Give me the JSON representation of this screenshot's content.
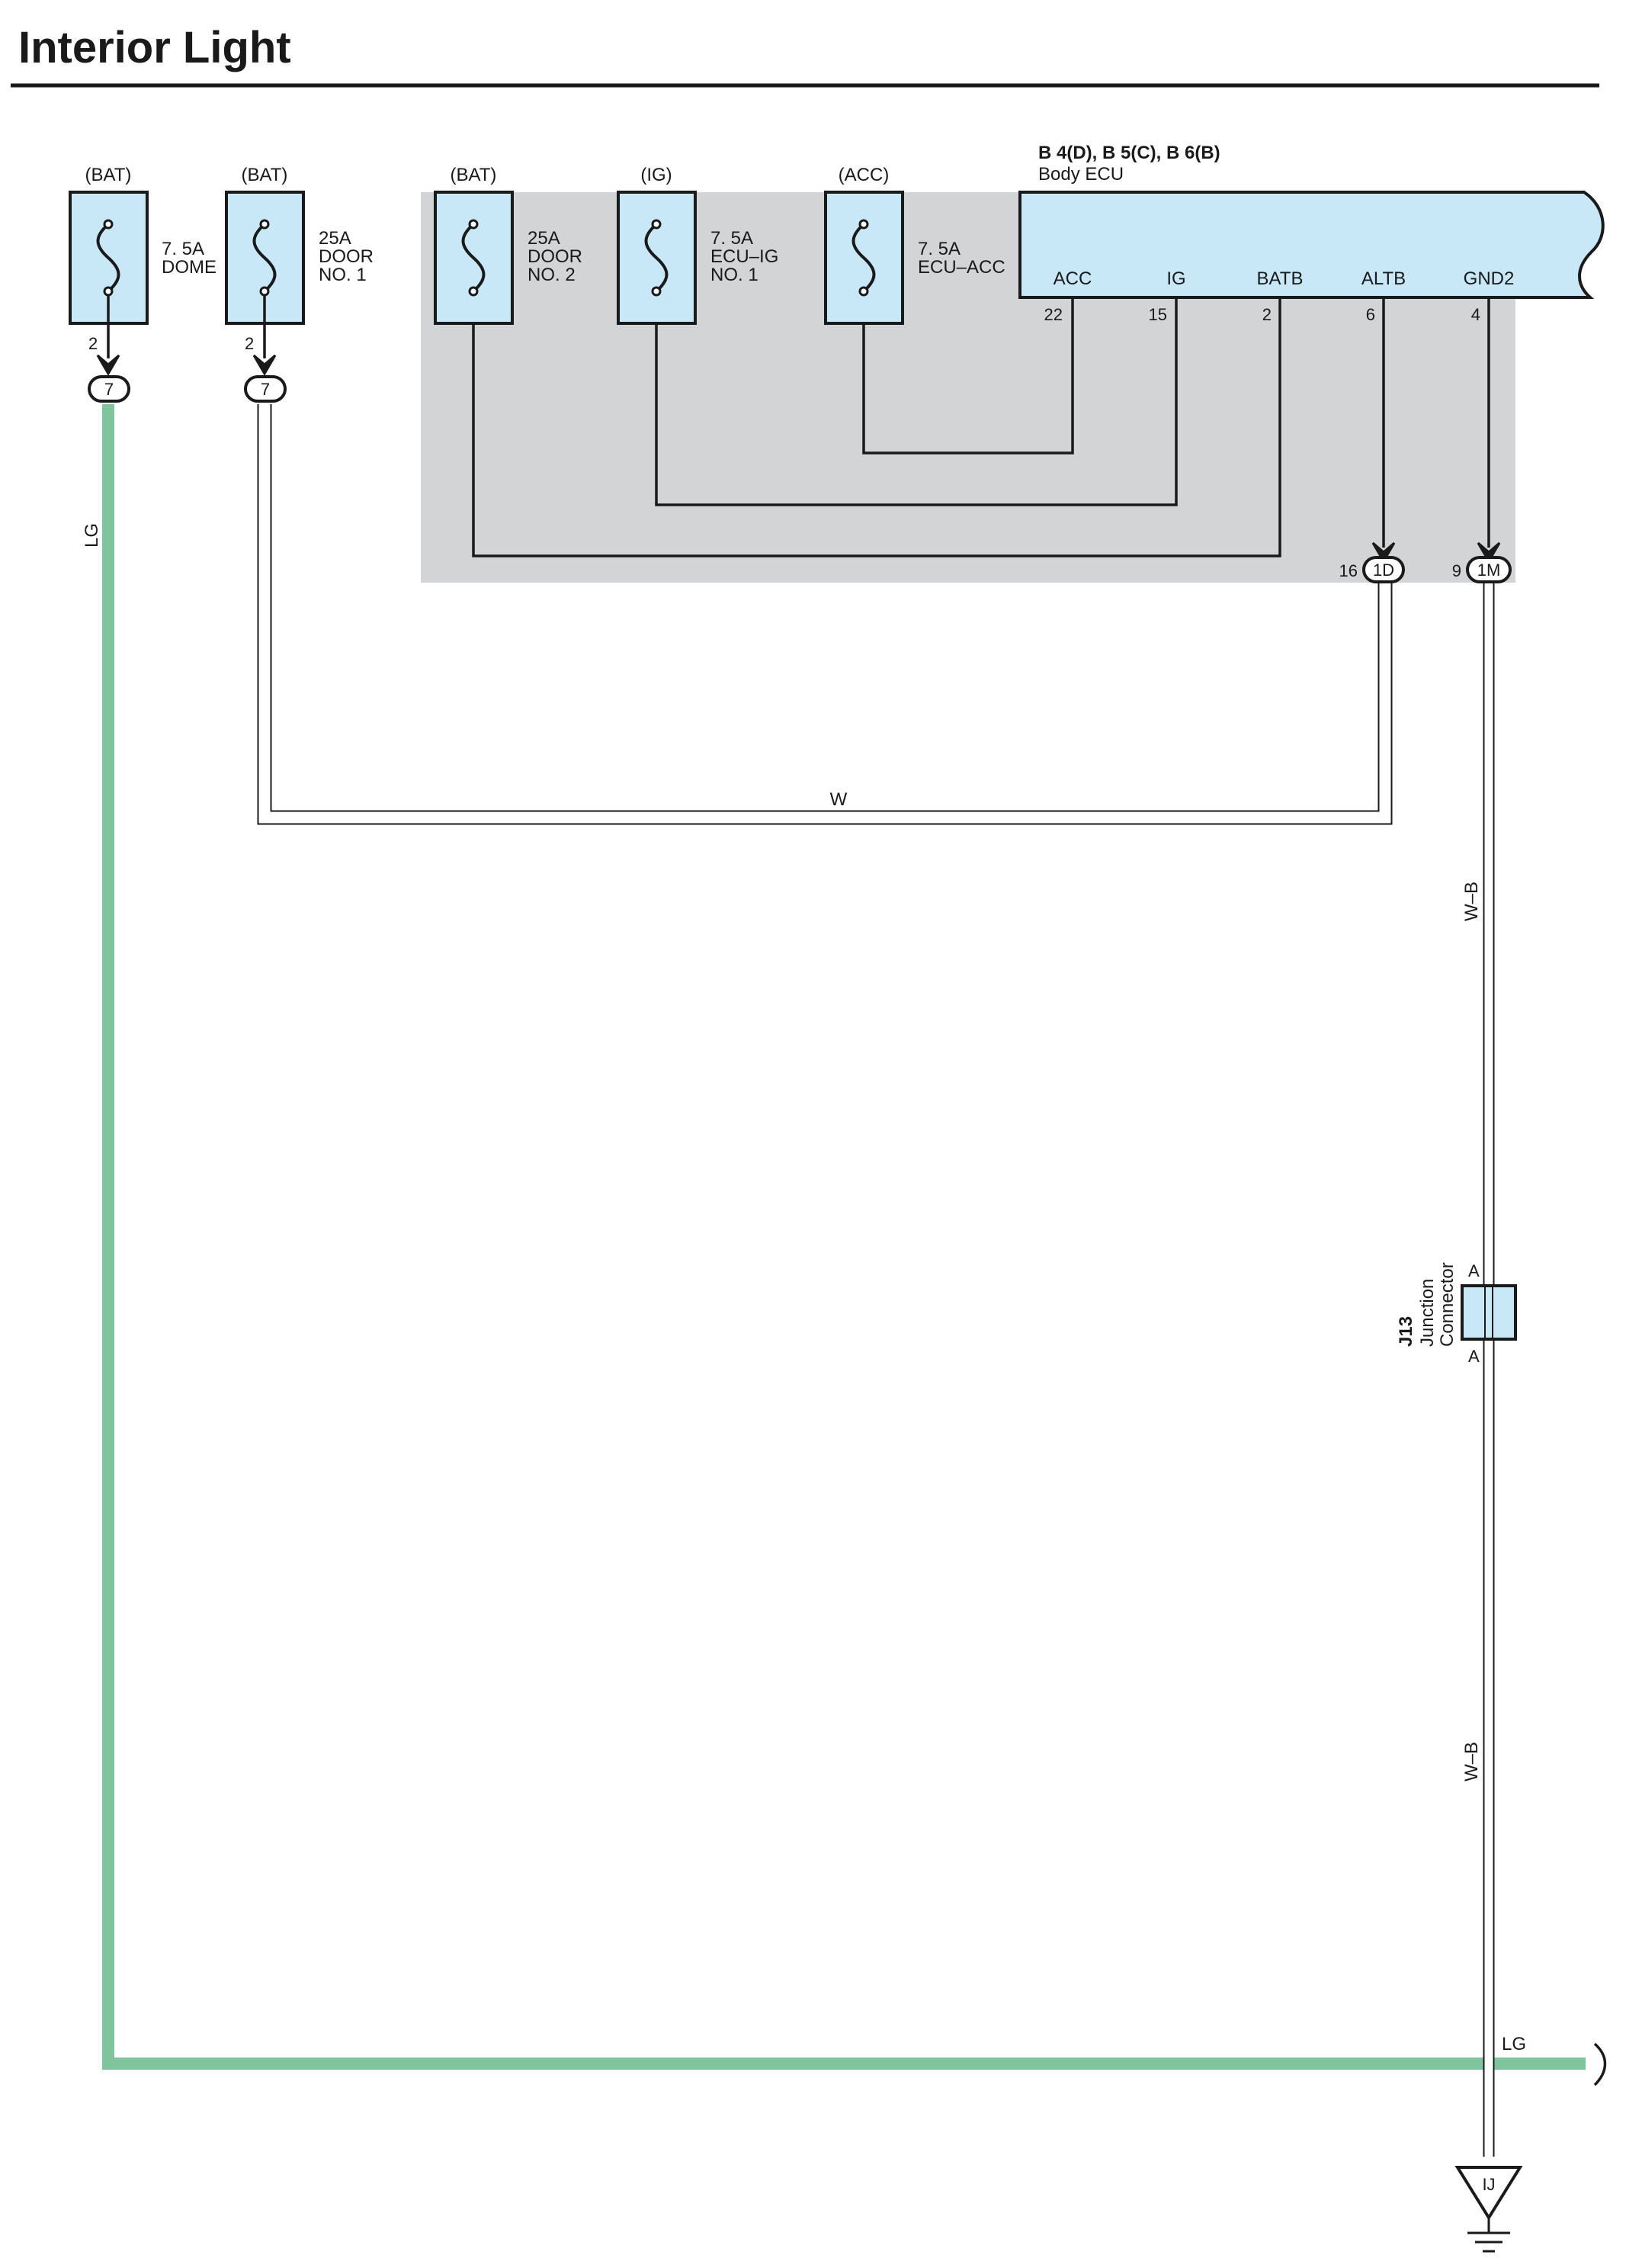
{
  "title": "Interior Light",
  "colors": {
    "accent_box": "#c8e8f8",
    "region_gray": "#d3d4d6",
    "wire_lg": "#7ec49c",
    "wire_w": "#ffffff",
    "line": "#1a1a1a"
  },
  "fuses": [
    {
      "source": "(BAT)",
      "rating": "7. 5A",
      "name_lines": [
        "DOME"
      ],
      "pin": "2",
      "connector": "7"
    },
    {
      "source": "(BAT)",
      "rating": "25A",
      "name_lines": [
        "DOOR",
        "NO. 1"
      ],
      "pin": "2",
      "connector": "7"
    },
    {
      "source": "(BAT)",
      "rating": "25A",
      "name_lines": [
        "DOOR",
        "NO. 2"
      ]
    },
    {
      "source": "(IG)",
      "rating": "7. 5A",
      "name_lines": [
        "ECU–IG",
        "NO. 1"
      ]
    },
    {
      "source": "(ACC)",
      "rating": "7. 5A",
      "name_lines": [
        "ECU–ACC"
      ]
    }
  ],
  "ecu": {
    "code": "B 4(D), B 5(C), B 6(B)",
    "name": "Body ECU",
    "terminals": [
      {
        "label": "ACC",
        "pin": "22"
      },
      {
        "label": "IG",
        "pin": "15"
      },
      {
        "label": "BATB",
        "pin": "2"
      },
      {
        "label": "ALTB",
        "pin": "6"
      },
      {
        "label": "GND2",
        "pin": "4"
      }
    ]
  },
  "junction_connectors": [
    {
      "pin": "16",
      "label": "1D"
    },
    {
      "pin": "9",
      "label": "1M"
    }
  ],
  "wires": {
    "lg_label": "LG",
    "w_label": "W",
    "wb_label": "W–B"
  },
  "j13": {
    "code": "J13",
    "name_lines": [
      "Junction",
      "Connector"
    ],
    "pin_top": "A",
    "pin_bottom": "A"
  },
  "ground": {
    "label": "IJ"
  }
}
